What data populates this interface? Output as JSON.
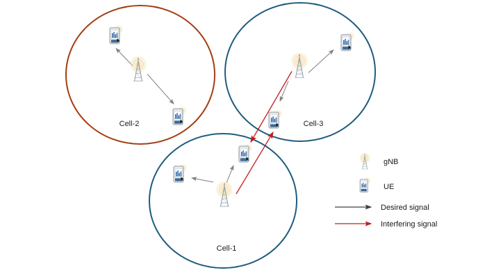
{
  "figure": {
    "type": "cellular-network-interference-diagram",
    "background": "#FFFFFF",
    "cells": [
      {
        "id": "cell-2",
        "label": "Cell-2",
        "border_color": "#A33E12",
        "gnb_count": 1,
        "ue_count": 2
      },
      {
        "id": "cell-3",
        "label": "Cell-3",
        "border_color": "#1F5C7E",
        "gnb_count": 1,
        "ue_count": 2
      },
      {
        "id": "cell-1",
        "label": "Cell-1",
        "border_color": "#1F5C7E",
        "gnb_count": 1,
        "ue_count": 2
      }
    ],
    "colors": {
      "desired_signal": "#7F7F7F",
      "interfering_signal": "#C41A1A",
      "legend_desired_arrow": "#3F3F3F",
      "glow": "#F6E3B7",
      "tower_gray": "#8D9AA5",
      "phone_body": "#E9EBEC",
      "phone_bar_blue": "#3E6FA8",
      "phone_footer_blue": "#2C5A86"
    },
    "icons": {
      "gnb": "gnb-tower-icon",
      "ue": "ue-phone-icon"
    }
  },
  "legend": {
    "items": [
      {
        "icon": "gnb-tower-icon",
        "label": "gNB"
      },
      {
        "icon": "ue-phone-icon",
        "label": "UE"
      },
      {
        "icon": "black-arrow-icon",
        "label": "Desired signal"
      },
      {
        "icon": "red-arrow-icon",
        "label": "Interfering signal"
      }
    ]
  }
}
